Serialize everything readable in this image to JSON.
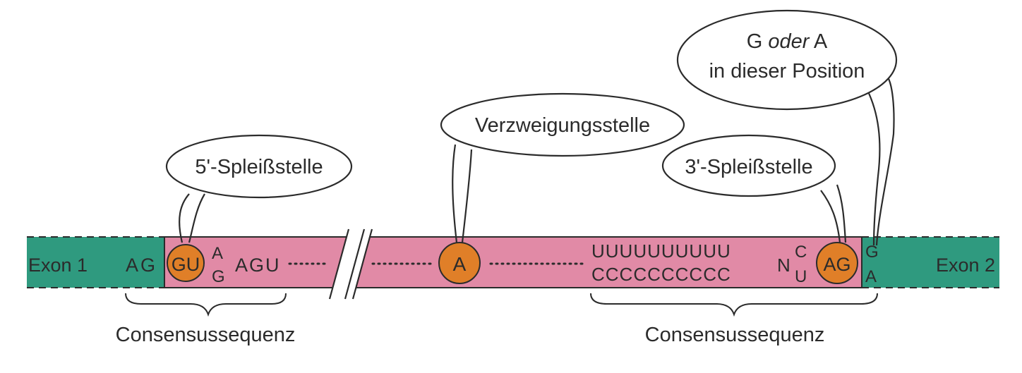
{
  "colors": {
    "exon": "#2f9a7f",
    "intron": "#e18aa6",
    "site": "#e07f28",
    "ink": "#2b2b2b"
  },
  "exon1": {
    "label": "Exon 1",
    "seq": "AG"
  },
  "exon2": {
    "label": "Exon 2",
    "stack_top": "G",
    "stack_bottom": "A"
  },
  "intron": {
    "donor": "GU",
    "after_donor_top": "A",
    "after_donor_bottom": "G",
    "after_donor_seq": "AGU",
    "branch": "A",
    "ppt_top": "UUUUUUUUUU",
    "ppt_bottom": "CCCCCCCCCC",
    "n": "N",
    "pre_acceptor_top": "C",
    "pre_acceptor_bottom": "U",
    "acceptor": "AG"
  },
  "callouts": {
    "five_prime": "5'-Spleißstelle",
    "branch": "Verzweigungsstelle",
    "three_prime": "3'-Spleißstelle",
    "g_or_a_line1_a": "G ",
    "g_or_a_line1_b": "oder",
    "g_or_a_line1_c": " A",
    "g_or_a_line2": "in dieser Position"
  },
  "braces": {
    "left": "Consensussequenz",
    "right": "Consensussequenz"
  }
}
